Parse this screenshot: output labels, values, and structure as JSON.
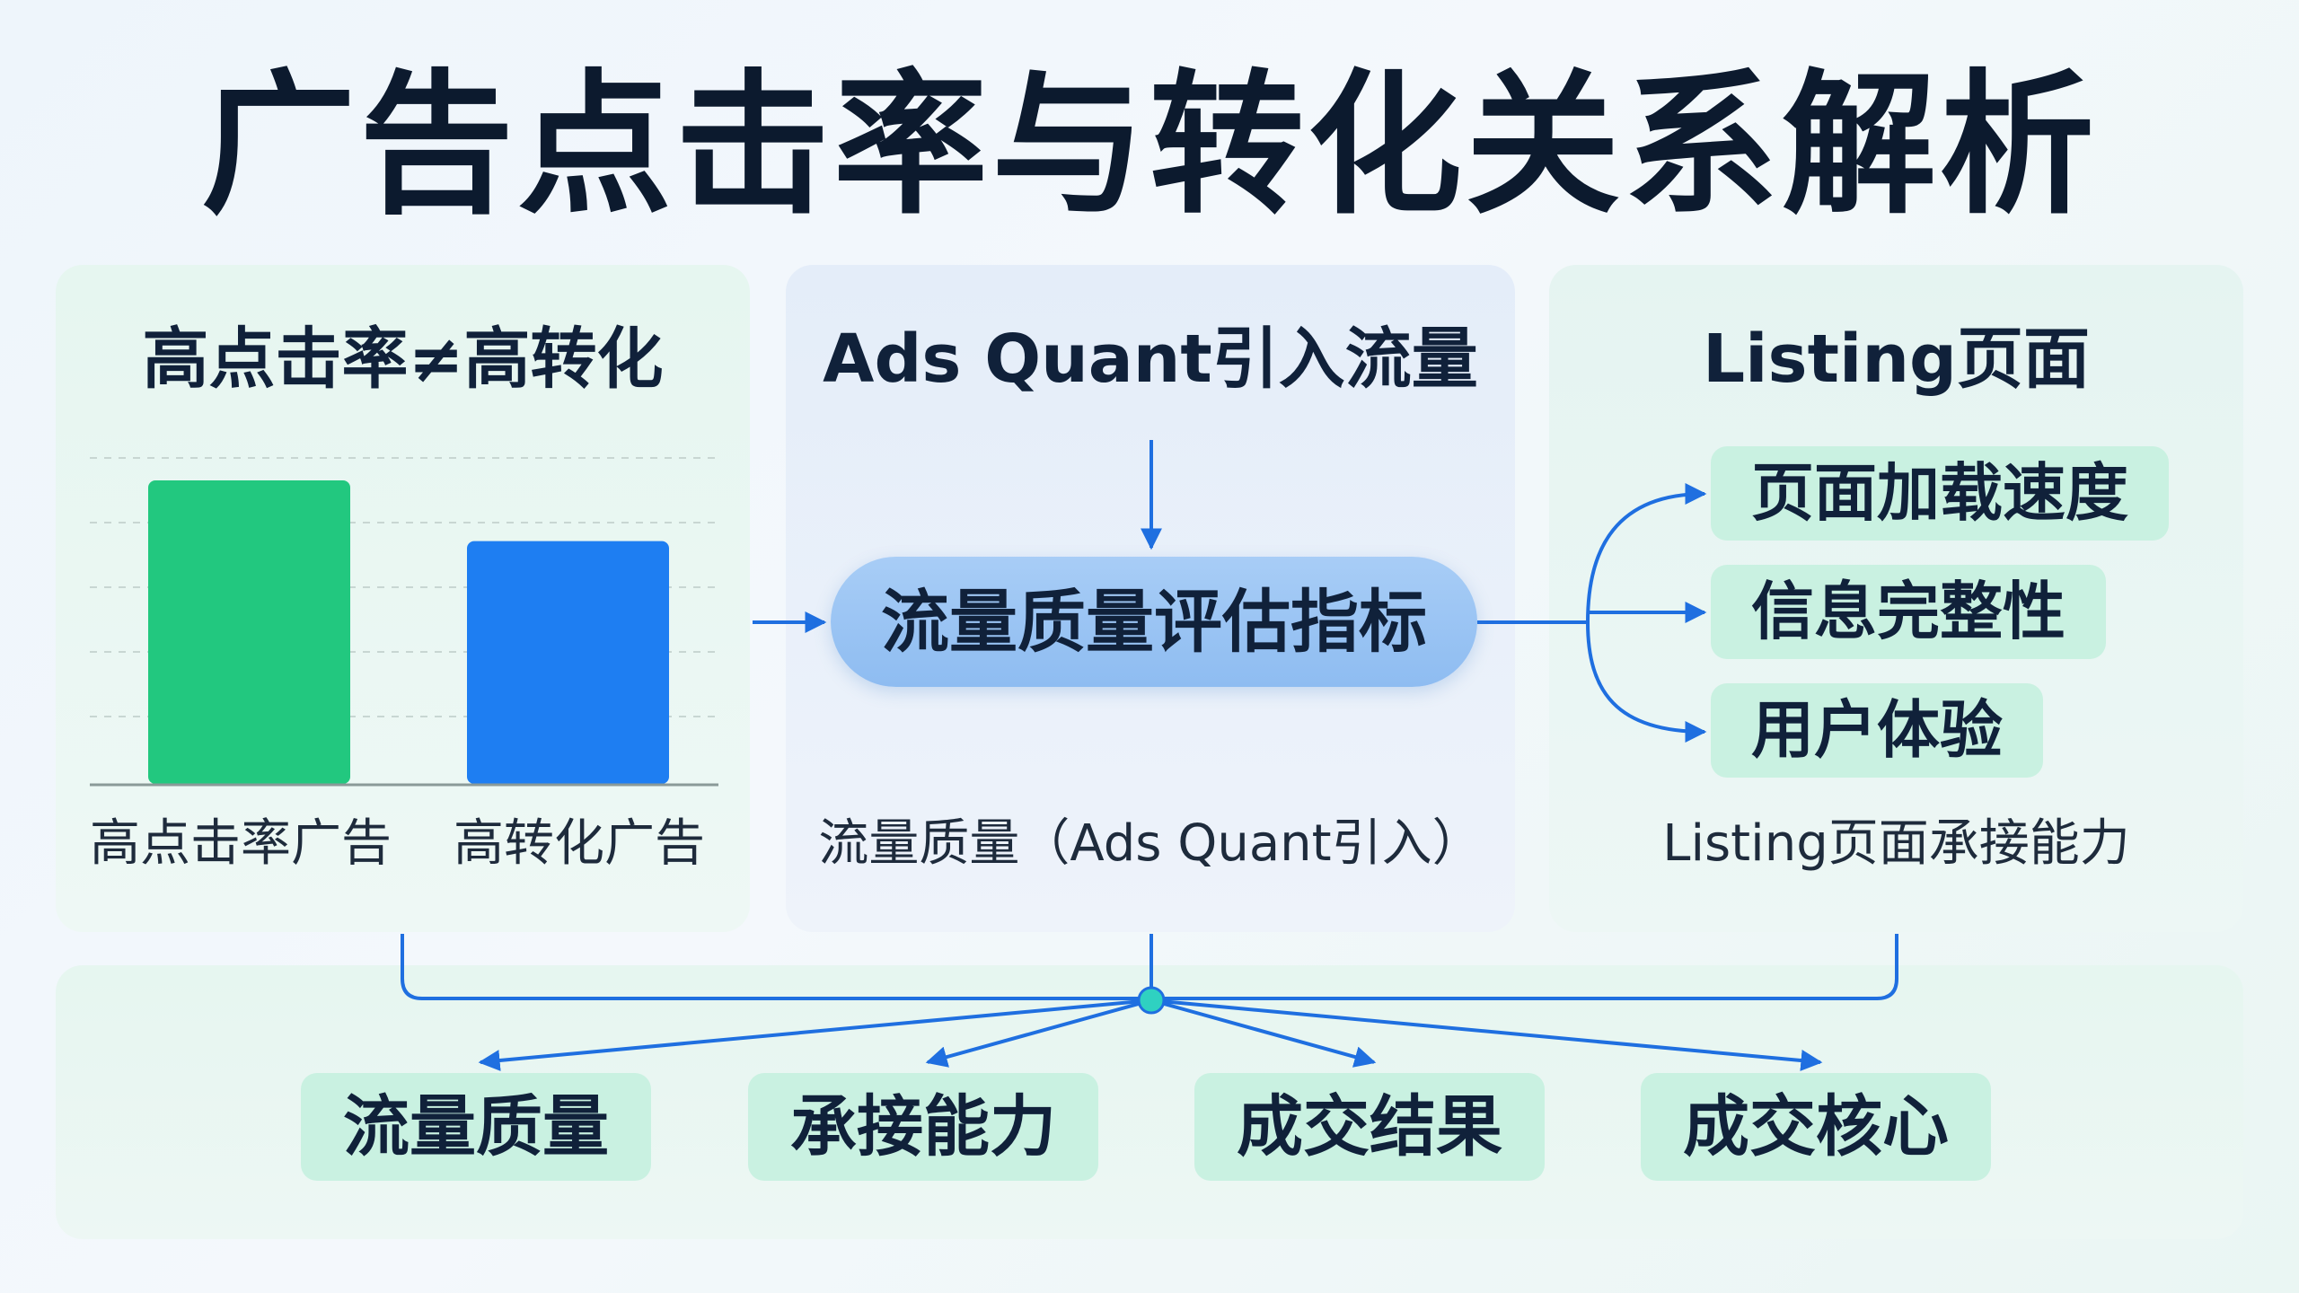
{
  "title": "广告点击率与转化关系解析",
  "left_panel": {
    "heading": "高点击率≠高转化",
    "caption_left": "高点击率广告",
    "caption_right": "高转化广告"
  },
  "middle_panel": {
    "heading": "Ads Quant引入流量",
    "pill": "流量质量评估指标",
    "caption": "流量质量（Ads Quant引入）"
  },
  "right_panel": {
    "heading": "Listing页面",
    "items": [
      "页面加载速度",
      "信息完整性",
      "用户体验"
    ],
    "caption": "Listing页面承接能力"
  },
  "bottom_panel": {
    "items": [
      "流量质量",
      "承接能力",
      "成交结果",
      "成交核心"
    ]
  },
  "colors": {
    "green_bar": "#22c87f",
    "blue_bar": "#1e7ef2",
    "connector": "#1f6fe0",
    "hub": "#2fd1c1",
    "chip": "#c9f1e1",
    "pill": "#a8cdf6"
  },
  "chart_data": {
    "type": "bar",
    "categories": [
      "高点击率广告",
      "高转化广告"
    ],
    "values": [
      100,
      80
    ],
    "ylim": [
      0,
      100
    ],
    "grid": true,
    "legend": "none"
  }
}
